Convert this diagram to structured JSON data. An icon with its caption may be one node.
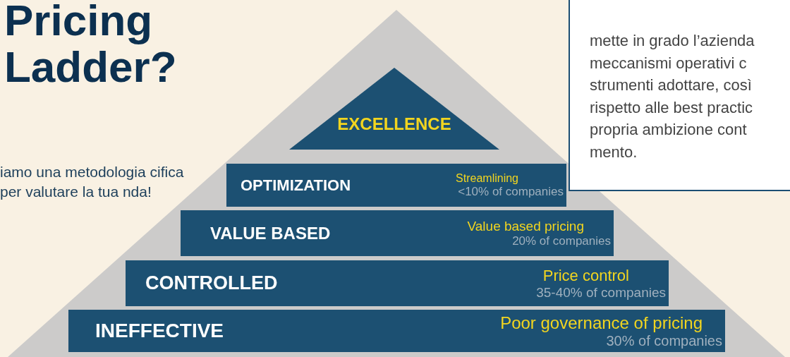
{
  "diagram": {
    "title": "Pricing Ladder?",
    "nodes": [
      {
        "text": [
          "EXCELLENCE"
        ]
      },
      {
        "text": [
          "OPTIMIZATION",
          "Streamlining",
          "<10% of companies"
        ]
      },
      {
        "text": [
          "VALUE BASED",
          "Value based pricing",
          "20% of companies"
        ]
      },
      {
        "text": [
          "CONTROLLED",
          "Price control",
          "35-40% of companies"
        ]
      },
      {
        "text": [
          "INEFFECTIVE",
          "Poor governance of pricing",
          "30% of companies"
        ]
      },
      {
        "text": [
          "mette in grado l’azienda meccanismi operativi c strumenti adottare, così rispetto alle best practic propria ambizione cont mento."
        ]
      }
    ],
    "edges": [],
    "labels": [
      "iamo una metodologia cifica per valutare la tua nda!"
    ]
  }
}
